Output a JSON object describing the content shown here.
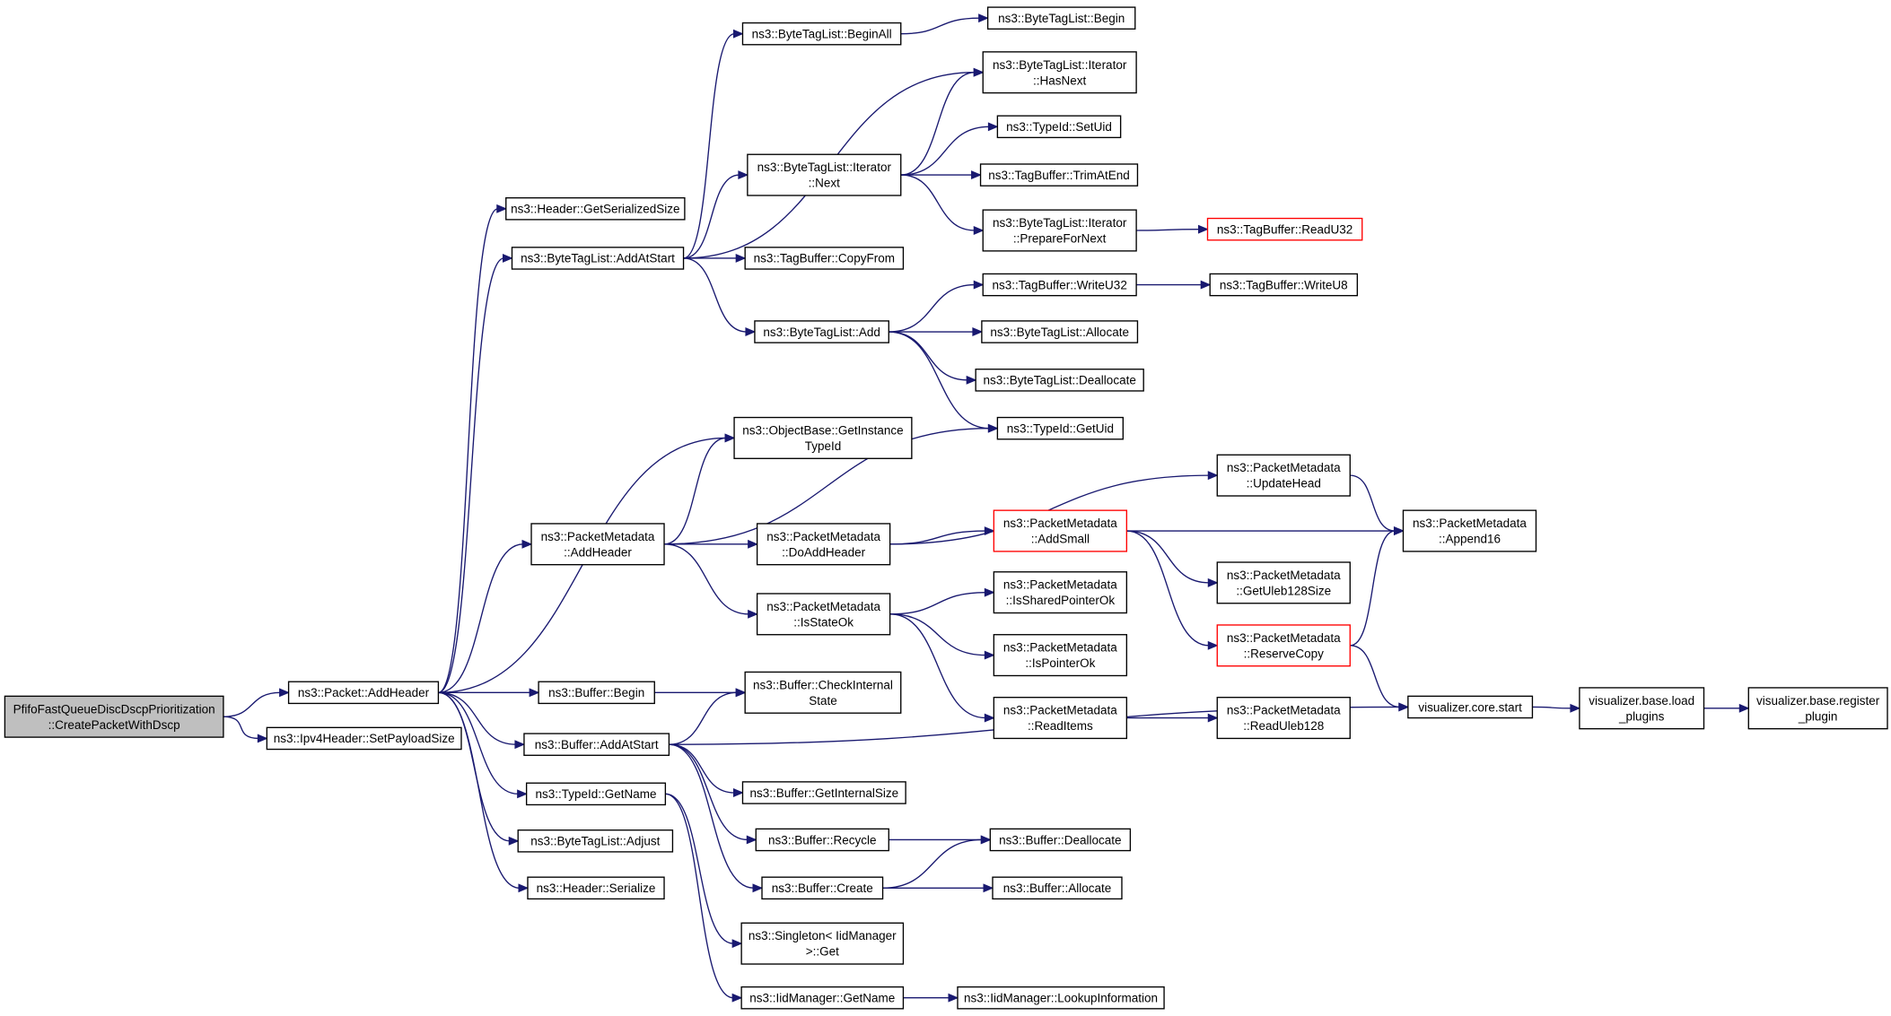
{
  "diagram": {
    "colors": {
      "edge": "#191970",
      "node_border": "#000000",
      "truncated_border": "#ff0000",
      "root_fill": "#bfbfbf",
      "background": "#ffffff"
    },
    "nodes": [
      {
        "id": "root",
        "lines": [
          "PfifoFastQueueDiscDscpPrioritization",
          "::CreatePacketWithDscp"
        ],
        "style": "root"
      },
      {
        "id": "addHeader",
        "lines": [
          "ns3::Packet::AddHeader"
        ]
      },
      {
        "id": "ipv4SetPayloadSize",
        "lines": [
          "ns3::Ipv4Header::SetPayloadSize"
        ]
      },
      {
        "id": "hdrGetSerializedSize",
        "lines": [
          "ns3::Header::GetSerializedSize"
        ]
      },
      {
        "id": "btlAddAtStart",
        "lines": [
          "ns3::ByteTagList::AddAtStart"
        ]
      },
      {
        "id": "objGetInstanceTypeId",
        "lines": [
          "ns3::ObjectBase::GetInstance",
          "TypeId"
        ]
      },
      {
        "id": "pmAddHeader",
        "lines": [
          "ns3::PacketMetadata",
          "::AddHeader"
        ]
      },
      {
        "id": "bufBegin",
        "lines": [
          "ns3::Buffer::Begin"
        ]
      },
      {
        "id": "bufAddAtStart",
        "lines": [
          "ns3::Buffer::AddAtStart"
        ]
      },
      {
        "id": "typeIdGetName",
        "lines": [
          "ns3::TypeId::GetName"
        ]
      },
      {
        "id": "btlAdjust",
        "lines": [
          "ns3::ByteTagList::Adjust"
        ]
      },
      {
        "id": "hdrSerialize",
        "lines": [
          "ns3::Header::Serialize"
        ]
      },
      {
        "id": "btlBeginAll",
        "lines": [
          "ns3::ByteTagList::BeginAll"
        ]
      },
      {
        "id": "btlIterNext",
        "lines": [
          "ns3::ByteTagList::Iterator",
          "::Next"
        ]
      },
      {
        "id": "tbCopyFrom",
        "lines": [
          "ns3::TagBuffer::CopyFrom"
        ]
      },
      {
        "id": "btlAdd",
        "lines": [
          "ns3::ByteTagList::Add"
        ]
      },
      {
        "id": "pmDoAddHeader",
        "lines": [
          "ns3::PacketMetadata",
          "::DoAddHeader"
        ]
      },
      {
        "id": "pmIsStateOk",
        "lines": [
          "ns3::PacketMetadata",
          "::IsStateOk"
        ]
      },
      {
        "id": "bufCheckInternalState",
        "lines": [
          "ns3::Buffer::CheckInternal",
          "State"
        ]
      },
      {
        "id": "bufGetInternalSize",
        "lines": [
          "ns3::Buffer::GetInternalSize"
        ]
      },
      {
        "id": "bufRecycle",
        "lines": [
          "ns3::Buffer::Recycle"
        ]
      },
      {
        "id": "bufCreate",
        "lines": [
          "ns3::Buffer::Create"
        ]
      },
      {
        "id": "singletonGet",
        "lines": [
          "ns3::Singleton< IidManager",
          ">::Get"
        ]
      },
      {
        "id": "iidGetName",
        "lines": [
          "ns3::IidManager::GetName"
        ]
      },
      {
        "id": "btlBegin",
        "lines": [
          "ns3::ByteTagList::Begin"
        ]
      },
      {
        "id": "btlIterHasNext",
        "lines": [
          "ns3::ByteTagList::Iterator",
          "::HasNext"
        ]
      },
      {
        "id": "typeIdSetUid",
        "lines": [
          "ns3::TypeId::SetUid"
        ]
      },
      {
        "id": "tbTrimAtEnd",
        "lines": [
          "ns3::TagBuffer::TrimAtEnd"
        ]
      },
      {
        "id": "btlIterPrepareForNext",
        "lines": [
          "ns3::ByteTagList::Iterator",
          "::PrepareForNext"
        ]
      },
      {
        "id": "tbWriteU32",
        "lines": [
          "ns3::TagBuffer::WriteU32"
        ]
      },
      {
        "id": "btlAllocate",
        "lines": [
          "ns3::ByteTagList::Allocate"
        ]
      },
      {
        "id": "btlDeallocate",
        "lines": [
          "ns3::ByteTagList::Deallocate"
        ]
      },
      {
        "id": "typeIdGetUid",
        "lines": [
          "ns3::TypeId::GetUid"
        ]
      },
      {
        "id": "pmAddSmall",
        "lines": [
          "ns3::PacketMetadata",
          "::AddSmall"
        ],
        "style": "truncated"
      },
      {
        "id": "pmIsSharedPointerOk",
        "lines": [
          "ns3::PacketMetadata",
          "::IsSharedPointerOk"
        ]
      },
      {
        "id": "pmIsPointerOk",
        "lines": [
          "ns3::PacketMetadata",
          "::IsPointerOk"
        ]
      },
      {
        "id": "pmReadItems",
        "lines": [
          "ns3::PacketMetadata",
          "::ReadItems"
        ]
      },
      {
        "id": "bufDeallocate",
        "lines": [
          "ns3::Buffer::Deallocate"
        ]
      },
      {
        "id": "bufAllocate",
        "lines": [
          "ns3::Buffer::Allocate"
        ]
      },
      {
        "id": "iidLookupInformation",
        "lines": [
          "ns3::IidManager::LookupInformation"
        ]
      },
      {
        "id": "tbReadU32",
        "lines": [
          "ns3::TagBuffer::ReadU32"
        ],
        "style": "truncated"
      },
      {
        "id": "tbWriteU8",
        "lines": [
          "ns3::TagBuffer::WriteU8"
        ]
      },
      {
        "id": "pmUpdateHead",
        "lines": [
          "ns3::PacketMetadata",
          "::UpdateHead"
        ]
      },
      {
        "id": "pmGetUleb128Size",
        "lines": [
          "ns3::PacketMetadata",
          "::GetUleb128Size"
        ]
      },
      {
        "id": "pmReserveCopy",
        "lines": [
          "ns3::PacketMetadata",
          "::ReserveCopy"
        ],
        "style": "truncated"
      },
      {
        "id": "pmReadUleb128",
        "lines": [
          "ns3::PacketMetadata",
          "::ReadUleb128"
        ]
      },
      {
        "id": "pmAppend16",
        "lines": [
          "ns3::PacketMetadata",
          "::Append16"
        ]
      },
      {
        "id": "vizCoreStart",
        "lines": [
          "visualizer.core.start"
        ]
      },
      {
        "id": "vizLoadPlugins",
        "lines": [
          "visualizer.base.load",
          "_plugins"
        ]
      },
      {
        "id": "vizRegisterPlugin",
        "lines": [
          "visualizer.base.register",
          "_plugin"
        ]
      }
    ],
    "edges": [
      [
        "root",
        "addHeader"
      ],
      [
        "root",
        "ipv4SetPayloadSize"
      ],
      [
        "addHeader",
        "hdrGetSerializedSize"
      ],
      [
        "addHeader",
        "btlAddAtStart"
      ],
      [
        "addHeader",
        "objGetInstanceTypeId"
      ],
      [
        "addHeader",
        "pmAddHeader"
      ],
      [
        "addHeader",
        "bufBegin"
      ],
      [
        "addHeader",
        "bufAddAtStart"
      ],
      [
        "addHeader",
        "typeIdGetName"
      ],
      [
        "addHeader",
        "btlAdjust"
      ],
      [
        "addHeader",
        "hdrSerialize"
      ],
      [
        "btlAddAtStart",
        "btlBeginAll"
      ],
      [
        "btlAddAtStart",
        "btlIterHasNext"
      ],
      [
        "btlAddAtStart",
        "btlIterNext"
      ],
      [
        "btlAddAtStart",
        "tbCopyFrom"
      ],
      [
        "btlAddAtStart",
        "btlAdd"
      ],
      [
        "btlBeginAll",
        "btlBegin"
      ],
      [
        "btlIterNext",
        "btlIterHasNext"
      ],
      [
        "btlIterNext",
        "typeIdSetUid"
      ],
      [
        "btlIterNext",
        "tbTrimAtEnd"
      ],
      [
        "btlIterNext",
        "btlIterPrepareForNext"
      ],
      [
        "btlIterPrepareForNext",
        "tbReadU32"
      ],
      [
        "btlAdd",
        "tbWriteU32"
      ],
      [
        "btlAdd",
        "btlAllocate"
      ],
      [
        "btlAdd",
        "btlDeallocate"
      ],
      [
        "btlAdd",
        "typeIdGetUid"
      ],
      [
        "tbWriteU32",
        "tbWriteU8"
      ],
      [
        "pmAddHeader",
        "objGetInstanceTypeId"
      ],
      [
        "pmAddHeader",
        "typeIdGetUid"
      ],
      [
        "pmAddHeader",
        "pmDoAddHeader"
      ],
      [
        "pmAddHeader",
        "pmIsStateOk"
      ],
      [
        "pmDoAddHeader",
        "pmUpdateHead"
      ],
      [
        "pmDoAddHeader",
        "pmAddSmall"
      ],
      [
        "pmUpdateHead",
        "pmAppend16"
      ],
      [
        "pmAddSmall",
        "pmAppend16"
      ],
      [
        "pmAddSmall",
        "pmGetUleb128Size"
      ],
      [
        "pmAddSmall",
        "pmReserveCopy"
      ],
      [
        "pmReserveCopy",
        "pmAppend16"
      ],
      [
        "pmReserveCopy",
        "vizCoreStart"
      ],
      [
        "pmIsStateOk",
        "pmIsSharedPointerOk"
      ],
      [
        "pmIsStateOk",
        "pmIsPointerOk"
      ],
      [
        "pmIsStateOk",
        "pmReadItems"
      ],
      [
        "pmReadItems",
        "pmReadUleb128"
      ],
      [
        "bufBegin",
        "bufCheckInternalState"
      ],
      [
        "bufAddAtStart",
        "bufCheckInternalState"
      ],
      [
        "bufAddAtStart",
        "vizCoreStart"
      ],
      [
        "bufAddAtStart",
        "bufGetInternalSize"
      ],
      [
        "bufAddAtStart",
        "bufRecycle"
      ],
      [
        "bufAddAtStart",
        "bufCreate"
      ],
      [
        "bufRecycle",
        "bufDeallocate"
      ],
      [
        "bufCreate",
        "bufDeallocate"
      ],
      [
        "bufCreate",
        "bufAllocate"
      ],
      [
        "typeIdGetName",
        "singletonGet"
      ],
      [
        "typeIdGetName",
        "iidGetName"
      ],
      [
        "iidGetName",
        "iidLookupInformation"
      ],
      [
        "vizCoreStart",
        "vizLoadPlugins"
      ],
      [
        "vizLoadPlugins",
        "vizRegisterPlugin"
      ]
    ]
  }
}
